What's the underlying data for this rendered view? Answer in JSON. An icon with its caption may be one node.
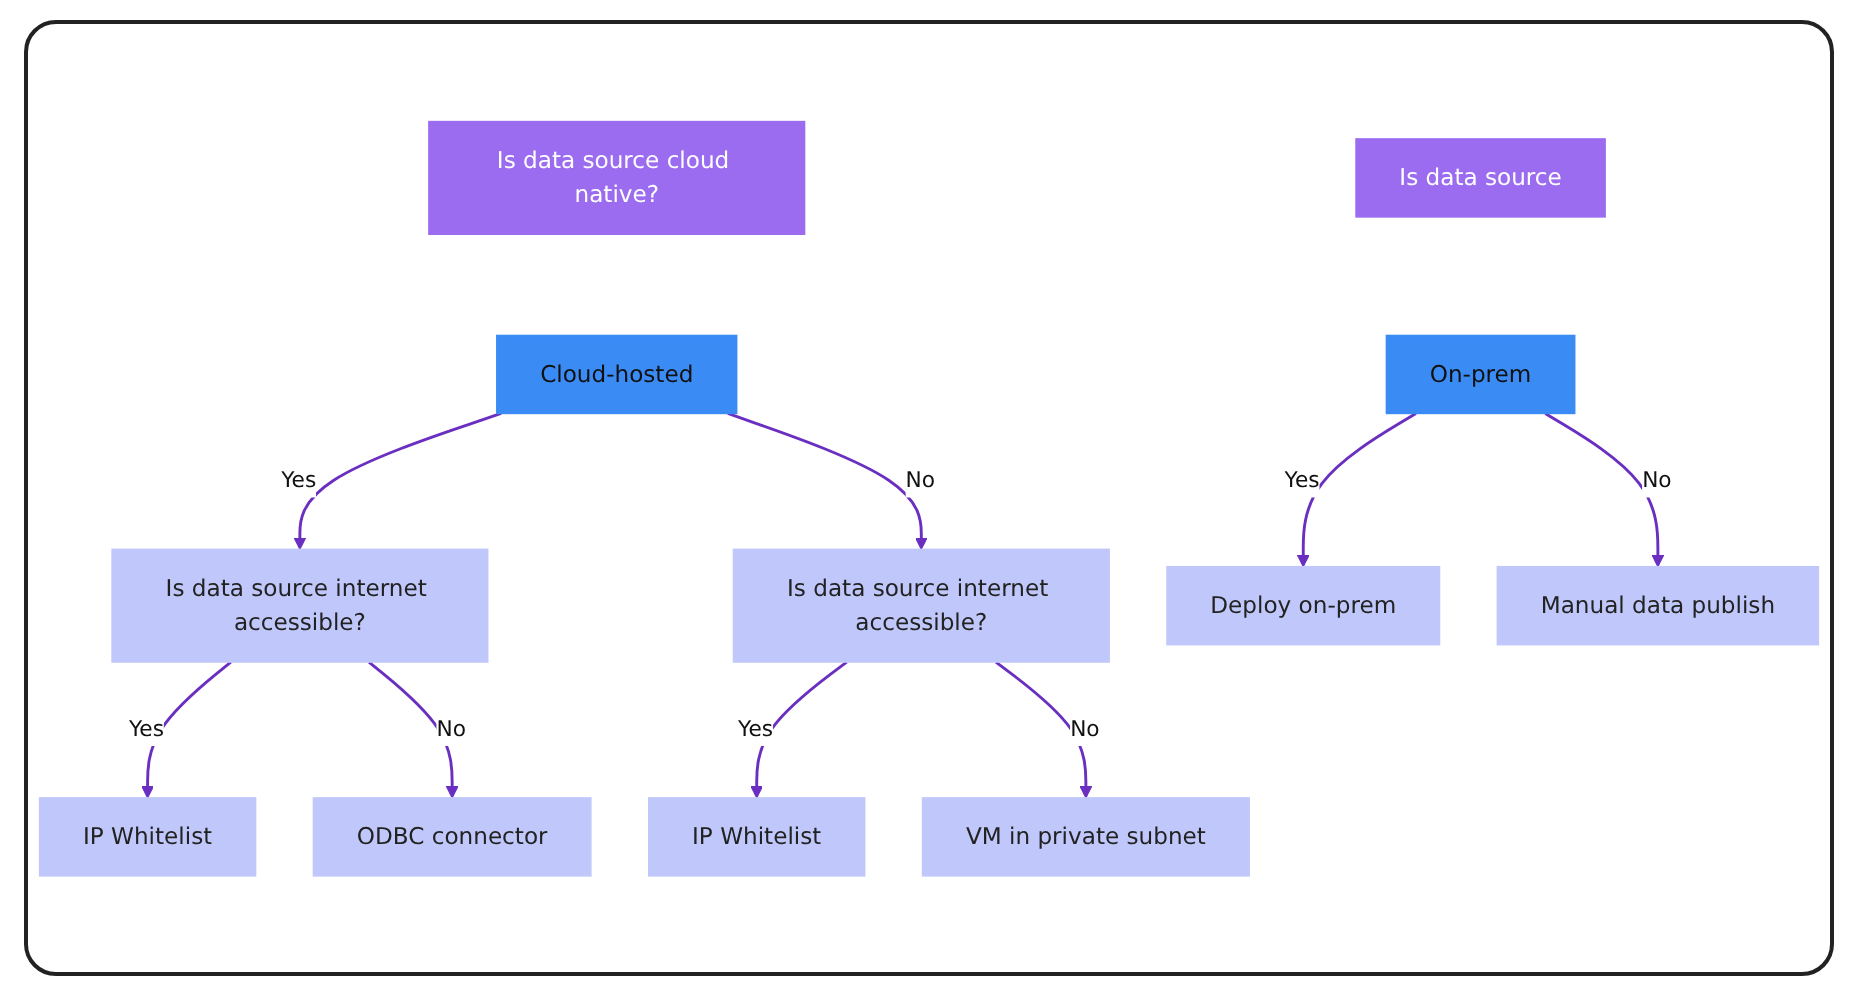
{
  "diagram": {
    "nodes": [
      {
        "text": [
          "Is data source cloud native?"
        ]
      },
      {
        "text": [
          "Is data source"
        ]
      },
      {
        "text": [
          "Cloud-hosted"
        ]
      },
      {
        "text": [
          "Is data source internet accessible?"
        ]
      },
      {
        "text": [
          "Is data source internet accessible?"
        ]
      },
      {
        "text": [
          "IP Whitelist"
        ]
      },
      {
        "text": [
          "ODBC connector"
        ]
      },
      {
        "text": [
          "IP Whitelist"
        ]
      },
      {
        "text": [
          "VM in private subnet"
        ]
      },
      {
        "text": [
          "On-prem"
        ]
      },
      {
        "text": [
          "Deploy on-prem"
        ]
      },
      {
        "text": [
          "Manual data publish"
        ]
      }
    ],
    "edges": [
      {
        "from": 2,
        "to": 3,
        "arrow": "to",
        "label": "Yes"
      },
      {
        "from": 2,
        "to": 4,
        "arrow": "to",
        "label": "No"
      },
      {
        "from": 3,
        "to": 5,
        "arrow": "to",
        "label": "Yes"
      },
      {
        "from": 3,
        "to": 6,
        "arrow": "to",
        "label": "No"
      },
      {
        "from": 4,
        "to": 7,
        "arrow": "to",
        "label": "Yes"
      },
      {
        "from": 4,
        "to": 8,
        "arrow": "to",
        "label": "No"
      },
      {
        "from": 9,
        "to": 10,
        "arrow": "to",
        "label": "Yes"
      },
      {
        "from": 9,
        "to": 11,
        "arrow": "to",
        "label": "No"
      }
    ]
  }
}
